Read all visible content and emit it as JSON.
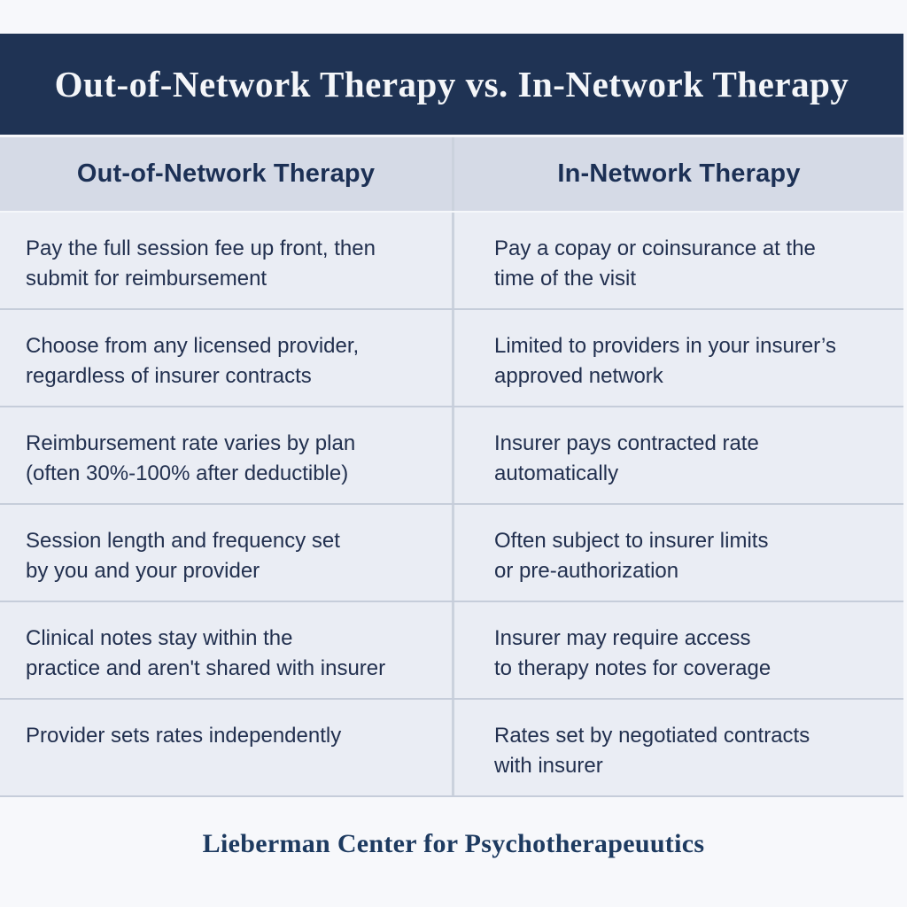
{
  "title_bar": {
    "title": "Out-of-Network Therapy vs. In-Network Therapy"
  },
  "table": {
    "headers": {
      "left": "Out-of-Network Therapy",
      "right": "In-Network Therapy"
    },
    "rows": [
      {
        "left": "Pay the full session fee up front, then\nsubmit for reimbursement",
        "right": "Pay a copay or coinsurance at the\ntime of the visit"
      },
      {
        "left": "Choose from any licensed provider,\nregardless of insurer contracts",
        "right": "Limited to providers in your insurer’s\napproved network"
      },
      {
        "left": "Reimbursement rate varies by plan\n(often 30%-100% after deductible)",
        "right": "Insurer pays contracted rate\nautomatically"
      },
      {
        "left": "Session length and frequency set\nby you and your provider",
        "right": "Often subject to insurer limits\nor pre-authorization"
      },
      {
        "left": "Clinical notes stay within the\npractice and aren't shared with insurer",
        "right": "Insurer may require access\nto therapy notes for coverage"
      },
      {
        "left": "Provider sets rates independently",
        "right": "Rates set by negotiated contracts\nwith insurer"
      }
    ]
  },
  "footer": {
    "org_name": "Lieberman Center for Psychotherapeuutics"
  },
  "colors": {
    "page_bg": "#f7f8fb",
    "title_band_bg": "#1f3354",
    "title_text": "#f4f6f9",
    "header_row_bg": "#d5dae6",
    "header_text": "#1c3055",
    "row_bg": "#eaedf4",
    "divider": "#c6cdda",
    "body_text": "#22304f",
    "footer_text": "#1d3a60"
  }
}
